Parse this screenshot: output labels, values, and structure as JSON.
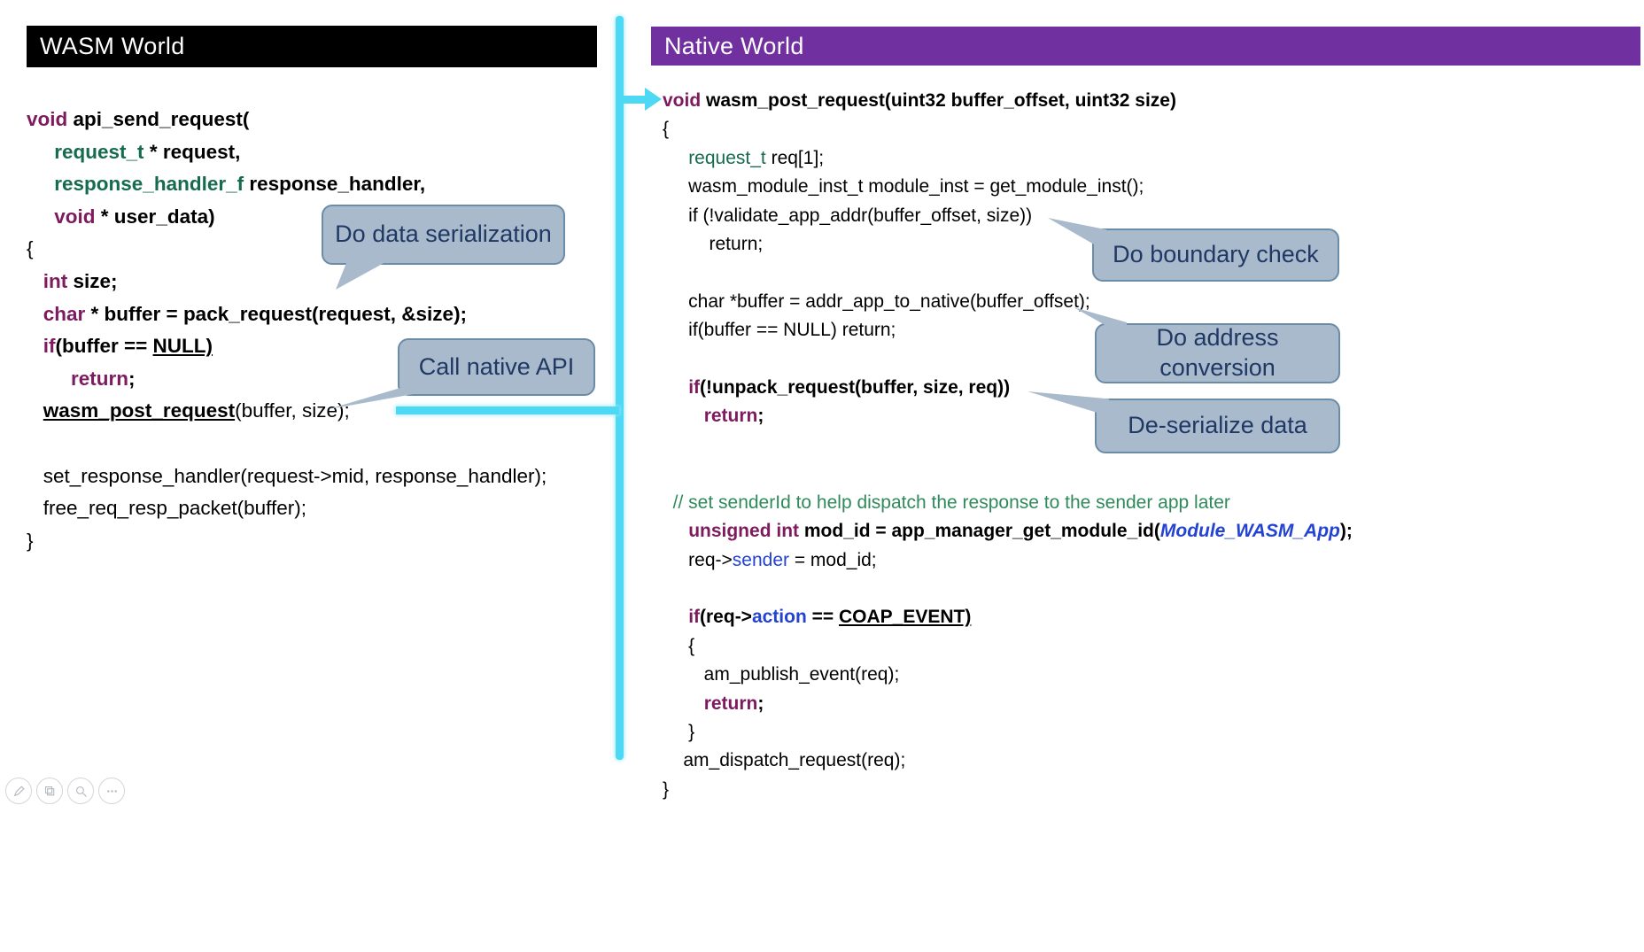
{
  "headers": {
    "wasm": "WASM World",
    "native": "Native World"
  },
  "colors": {
    "wasm_header_bg": "#000000",
    "native_header_bg": "#7030A0",
    "arrow": "#4DD8F4",
    "callout_fill": "#A8BACB",
    "callout_border": "#6A8CA6",
    "callout_text": "#1F3864",
    "keyword": "#7D1B5E",
    "type": "#156B50",
    "comment": "#2F8A5A",
    "blue": "#2343D0"
  },
  "callouts": [
    {
      "id": "serialization",
      "label": "Do data serialization"
    },
    {
      "id": "call-native",
      "label": "Call native API"
    },
    {
      "id": "boundary",
      "label": "Do boundary check"
    },
    {
      "id": "address",
      "label": "Do address conversion"
    },
    {
      "id": "deserialize",
      "label": "De-serialize data"
    }
  ],
  "left_code": {
    "lines": [
      {
        "seg": [
          [
            "void",
            "kw"
          ],
          [
            " api_send_request(",
            "b"
          ]
        ]
      },
      {
        "seg": [
          [
            "     ",
            "b"
          ],
          [
            "request_t",
            "tyb"
          ],
          [
            " * request,",
            "b"
          ]
        ]
      },
      {
        "seg": [
          [
            "     ",
            "b"
          ],
          [
            "response_handler_f",
            "tyb"
          ],
          [
            " response_handler,",
            "b"
          ]
        ]
      },
      {
        "seg": [
          [
            "     ",
            "b"
          ],
          [
            "void",
            "kw"
          ],
          [
            " * user_data)",
            "b"
          ]
        ]
      },
      {
        "seg": [
          [
            "{",
            "p"
          ]
        ]
      },
      {
        "seg": [
          [
            "   ",
            "b"
          ],
          [
            "int",
            "kw"
          ],
          [
            " size;",
            "b"
          ]
        ]
      },
      {
        "seg": [
          [
            "   ",
            "b"
          ],
          [
            "char",
            "kw"
          ],
          [
            " * buffer = pack_request(request, &size);",
            "b"
          ]
        ]
      },
      {
        "seg": [
          [
            "   ",
            "b"
          ],
          [
            "if",
            "kw"
          ],
          [
            "(buffer == ",
            "b"
          ],
          [
            "NULL)",
            "bu"
          ]
        ]
      },
      {
        "seg": [
          [
            "        ",
            "b"
          ],
          [
            "return",
            "kw"
          ],
          [
            ";",
            "b"
          ]
        ]
      },
      {
        "seg": [
          [
            "   ",
            "p"
          ],
          [
            "wasm_post_request",
            "bu"
          ],
          [
            "(buffer, size);",
            "p"
          ]
        ]
      },
      {
        "seg": []
      },
      {
        "seg": [
          [
            "   set_response_handler(request->mid, response_handler);",
            "p"
          ]
        ]
      },
      {
        "seg": [
          [
            "   free_req_resp_packet(buffer);",
            "p"
          ]
        ]
      },
      {
        "seg": [
          [
            "}",
            "p"
          ]
        ]
      }
    ]
  },
  "right_code": {
    "lines": [
      {
        "seg": [
          [
            "void",
            "kw"
          ],
          [
            " wasm_post_request(uint32 buffer_offset, uint32 size)",
            "b"
          ]
        ]
      },
      {
        "seg": [
          [
            "{",
            "p"
          ]
        ]
      },
      {
        "seg": [
          [
            "     ",
            "p"
          ],
          [
            "request_t",
            "ty"
          ],
          [
            " req[1];",
            "p"
          ]
        ]
      },
      {
        "seg": [
          [
            "     wasm_module_inst_t module_inst = get_module_inst();",
            "p"
          ]
        ]
      },
      {
        "seg": [
          [
            "     if (!validate_app_addr(buffer_offset, size))",
            "p"
          ]
        ]
      },
      {
        "seg": [
          [
            "         return;",
            "p"
          ]
        ]
      },
      {
        "seg": []
      },
      {
        "seg": [
          [
            "     char *buffer = addr_app_to_native(buffer_offset);",
            "p"
          ]
        ]
      },
      {
        "seg": [
          [
            "     if(buffer == NULL) return;",
            "p"
          ]
        ]
      },
      {
        "seg": []
      },
      {
        "seg": [
          [
            "     ",
            "b"
          ],
          [
            "if",
            "kw"
          ],
          [
            "(!unpack_request(buffer, size, req))",
            "b"
          ]
        ]
      },
      {
        "seg": [
          [
            "        ",
            "b"
          ],
          [
            "return",
            "kw"
          ],
          [
            ";",
            "b"
          ]
        ]
      },
      {
        "seg": []
      },
      {
        "seg": []
      },
      {
        "seg": [
          [
            "  // set senderId to help dispatch the response to the sender app later",
            "cm"
          ]
        ]
      },
      {
        "seg": [
          [
            "     ",
            "b"
          ],
          [
            "unsigned int",
            "kw"
          ],
          [
            " mod_id = app_manager_get_module_id(",
            "b"
          ],
          [
            "Module_WASM_App",
            "bib"
          ],
          [
            ");",
            "b"
          ]
        ]
      },
      {
        "seg": [
          [
            "     req->",
            "p"
          ],
          [
            "sender",
            "bl"
          ],
          [
            " = mod_id;",
            "p"
          ]
        ]
      },
      {
        "seg": []
      },
      {
        "seg": [
          [
            "     ",
            "b"
          ],
          [
            "if",
            "kw"
          ],
          [
            "(req->",
            "b"
          ],
          [
            "action",
            "blb"
          ],
          [
            " == ",
            "b"
          ],
          [
            "COAP_EVENT)",
            "bu"
          ]
        ]
      },
      {
        "seg": [
          [
            "     {",
            "p"
          ]
        ]
      },
      {
        "seg": [
          [
            "        am_publish_event(req);",
            "p"
          ]
        ]
      },
      {
        "seg": [
          [
            "        ",
            "b"
          ],
          [
            "return",
            "kw"
          ],
          [
            ";",
            "b"
          ]
        ]
      },
      {
        "seg": [
          [
            "     }",
            "p"
          ]
        ]
      },
      {
        "seg": [
          [
            "    am_dispatch_request(req);",
            "p"
          ]
        ]
      },
      {
        "seg": [
          [
            "}",
            "p"
          ]
        ]
      }
    ]
  },
  "presenter_controls": [
    {
      "name": "pen"
    },
    {
      "name": "highlighter"
    },
    {
      "name": "zoom"
    },
    {
      "name": "more"
    }
  ]
}
